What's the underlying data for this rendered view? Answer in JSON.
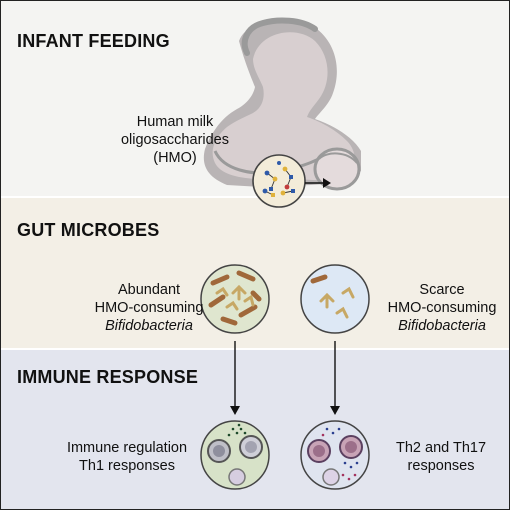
{
  "sections": {
    "feeding": {
      "title": "INFANT FEEDING"
    },
    "microbes": {
      "title": "GUT MICROBES"
    },
    "immune": {
      "title": "IMMUNE RESPONSE"
    }
  },
  "hmo": {
    "line1": "Human milk",
    "line2": "oligosaccharides",
    "line3": "(HMO)"
  },
  "abundant": {
    "line1": "Abundant",
    "line2": "HMO-consuming",
    "line3": "Bifidobacteria"
  },
  "scarce": {
    "line1": "Scarce",
    "line2": "HMO-consuming",
    "line3": "Bifidobacteria"
  },
  "response_left": {
    "line1": "Immune regulation",
    "line2": "Th1 responses"
  },
  "response_right": {
    "line1": "Th2 and Th17",
    "line2": "responses"
  },
  "colors": {
    "mother_fill": "#d8cfd0",
    "mother_outline": "#9a9a9a",
    "abundant_circle": "#dfe6cf",
    "scarce_circle": "#dde8f5",
    "bacteria_brown": "#a0683a",
    "bacteria_tan": "#c7a865",
    "immune_circle_left": "#d7e2c8",
    "immune_circle_right": "#dfe4ef"
  }
}
